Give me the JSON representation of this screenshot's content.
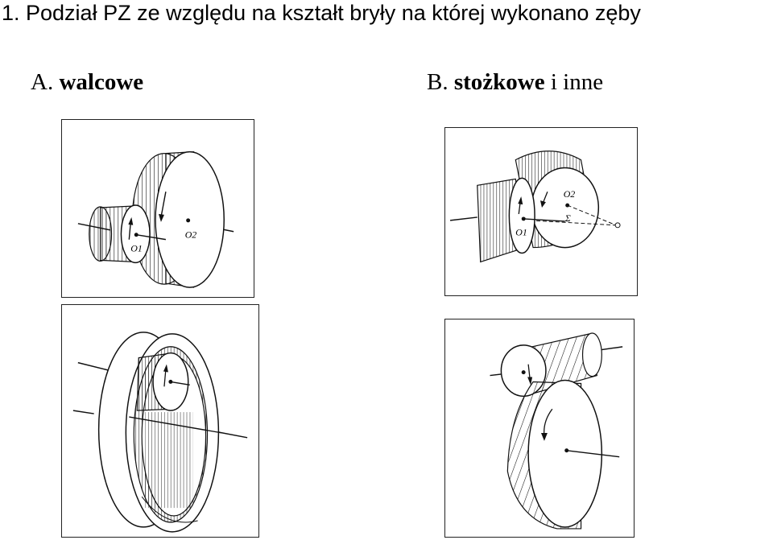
{
  "title": "1. Podział PZ ze względu na kształt bryły na której wykonano zęby",
  "section_a": {
    "letter": "A.",
    "label": "walcowe"
  },
  "section_b": {
    "letter": "B.",
    "label": "stożkowe",
    "suffix": "i inne"
  },
  "figures": {
    "spur": {
      "label_o1": "O1",
      "label_o2": "O2"
    },
    "bevel": {
      "label_o1": "O1",
      "label_o2": "O2",
      "label_angle": "Σ"
    }
  }
}
